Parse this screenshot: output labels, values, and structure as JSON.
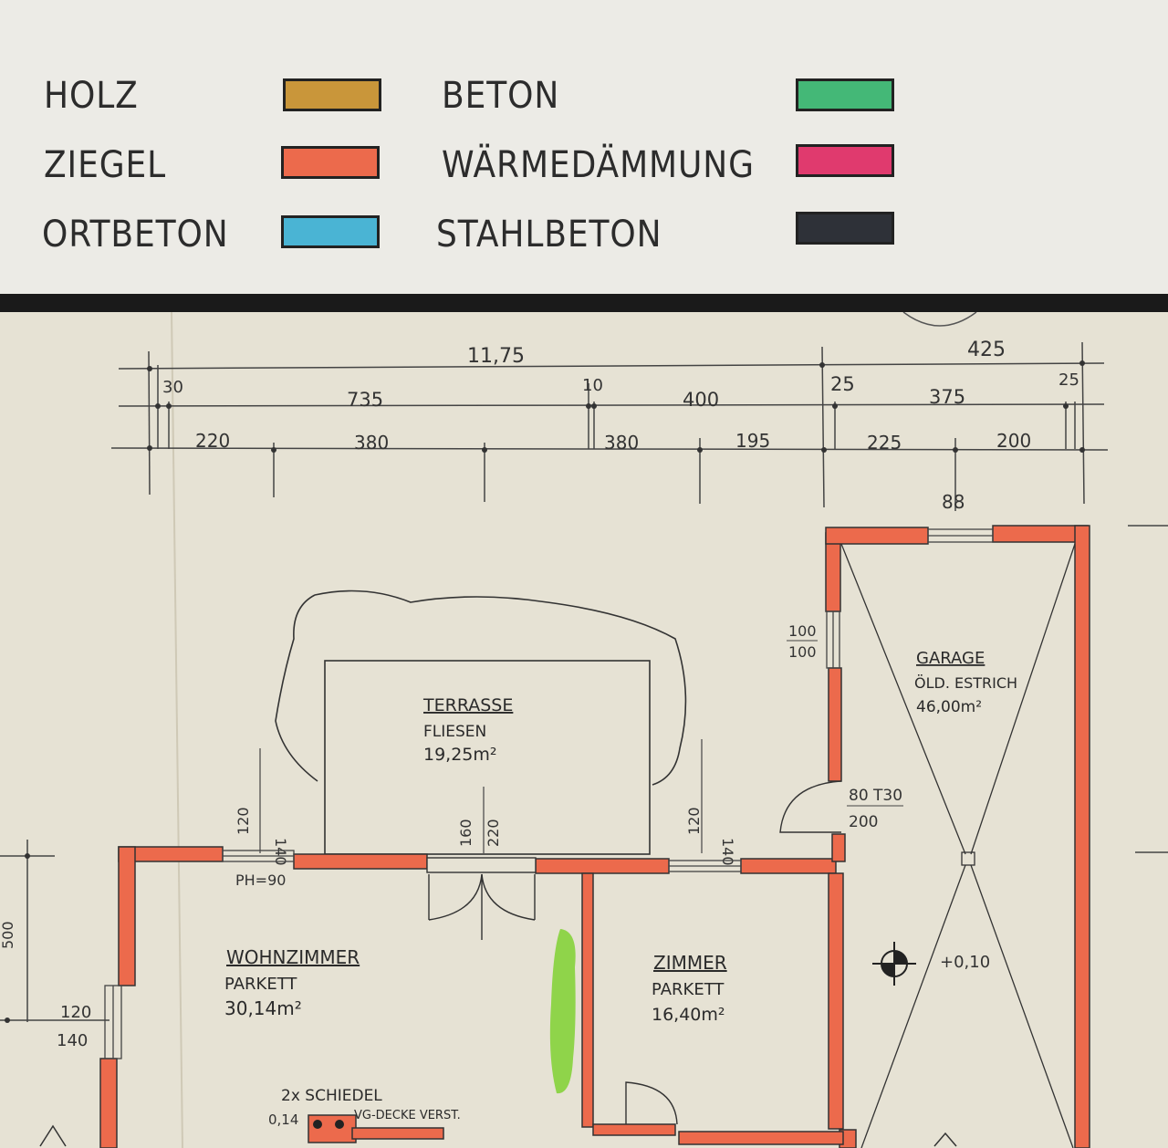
{
  "legend": {
    "items": [
      {
        "label": "HOLZ",
        "color": "#c9963a"
      },
      {
        "label": "ZIEGEL",
        "color": "#ec6a4c"
      },
      {
        "label": "ORTBETON",
        "color": "#4ab4d4"
      },
      {
        "label": "BETON",
        "color": "#44b877"
      },
      {
        "label": "WÄRMEDÄMMUNG",
        "color": "#e03a6e"
      },
      {
        "label": "STAHLBETON",
        "color": "#2e3138"
      }
    ]
  },
  "plan": {
    "dimensions": {
      "total": "11,75",
      "total_right": "425",
      "d30": "30",
      "d735": "735",
      "d10": "10",
      "d400": "400",
      "d25a": "25",
      "d375": "375",
      "d25b": "25",
      "d220": "220",
      "d380a": "380",
      "d380b": "380",
      "d195": "195",
      "d225": "225",
      "d200": "200",
      "garage_gate": "88",
      "side_500": "500",
      "side_120": "120",
      "side_140": "140",
      "win1_a": "120",
      "win1_b": "140",
      "door_a": "160",
      "door_b": "220",
      "win2_a": "120",
      "win2_b": "140",
      "garage_win_a": "100",
      "garage_win_b": "100",
      "t30_a": "80 T30",
      "t30_b": "200",
      "ph": "PH=90",
      "level": "+0,10",
      "chimney": "0,14"
    },
    "rooms": {
      "terrasse": {
        "name": "TERRASSE",
        "floor": "FLIESEN",
        "area": "19,25m²"
      },
      "garage": {
        "name": "GARAGE",
        "floor": "ÖLD. ESTRICH",
        "area": "46,00m²"
      },
      "wohnzimmer": {
        "name": "WOHNZIMMER",
        "floor": "PARKETT",
        "area": "30,14m²"
      },
      "zimmer": {
        "name": "ZIMMER",
        "floor": "PARKETT",
        "area": "16,40m²"
      }
    },
    "notes": {
      "schiedel": "2x SCHIEDEL",
      "decke": "VG-DECKE VERST."
    },
    "colors": {
      "brick": "#ec6a4c",
      "green_mark": "#8fd44a",
      "ink": "#333333"
    }
  }
}
